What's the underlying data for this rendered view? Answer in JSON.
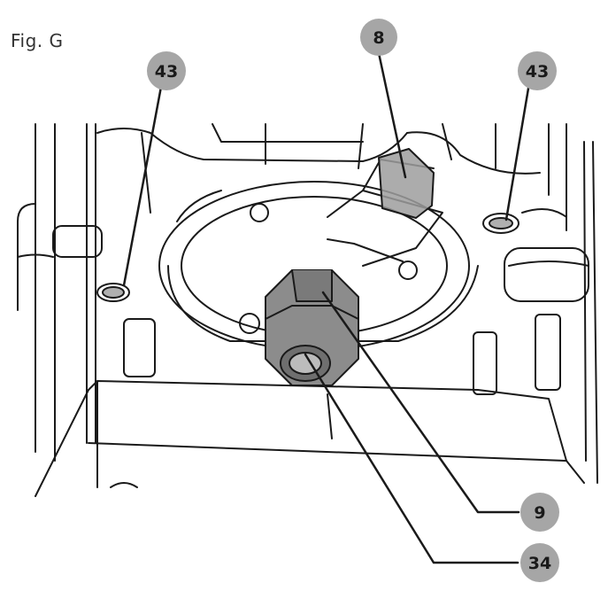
{
  "figure": {
    "label": "Fig. G"
  },
  "callouts": [
    {
      "id": "8",
      "text": "8"
    },
    {
      "id": "43",
      "text": "43"
    },
    {
      "id": "43",
      "text": "43"
    },
    {
      "id": "9",
      "text": "9"
    },
    {
      "id": "34",
      "text": "34"
    }
  ],
  "colors": {
    "line": "#1a1a1a",
    "callout_fill": "#a6a6a6",
    "nut_fill": "#8c8c8c",
    "highlight_part": "#9e9e9e",
    "background": "#ffffff"
  }
}
